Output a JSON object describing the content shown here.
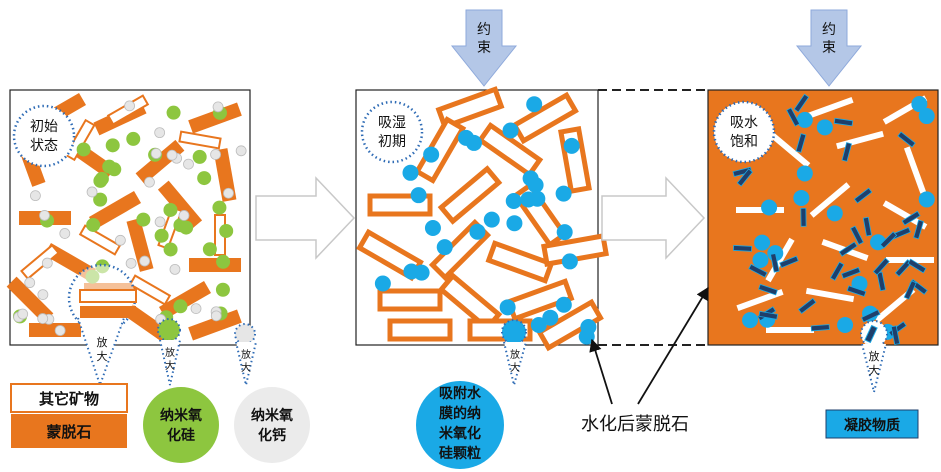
{
  "labels": {
    "stage1_bubble": [
      "初始",
      "状态"
    ],
    "stage2_bubble": [
      "吸湿",
      "初期"
    ],
    "stage3_bubble": [
      "吸水",
      "饱和"
    ],
    "constraint_arrow": [
      "约",
      "束"
    ],
    "zoom": [
      "放",
      "大"
    ],
    "legend_other_minerals": "其它矿物",
    "legend_montmorillonite": "蒙脱石",
    "nano_silica": [
      "纳米氧",
      "化硅"
    ],
    "nano_calcium": [
      "纳米氧",
      "化钙"
    ],
    "adsorbed_silica": [
      "吸附水",
      "膜的纳",
      "米氧化",
      "硅颗粒"
    ],
    "hydrated_montmorillonite": "水化后蒙脱石",
    "gel": "凝胶物质"
  },
  "colors": {
    "montmorillonite": "#e8761e",
    "green_particle": "#8dc63f",
    "gray_particle": "#e6e6e6",
    "blue_particle": "#1aa9e6",
    "gel_bar": "#1f3f6b",
    "block_arrow": "#b4c7e7",
    "bubble_dots": "#2e6bb5",
    "panel_fill": "#e8761e"
  }
}
